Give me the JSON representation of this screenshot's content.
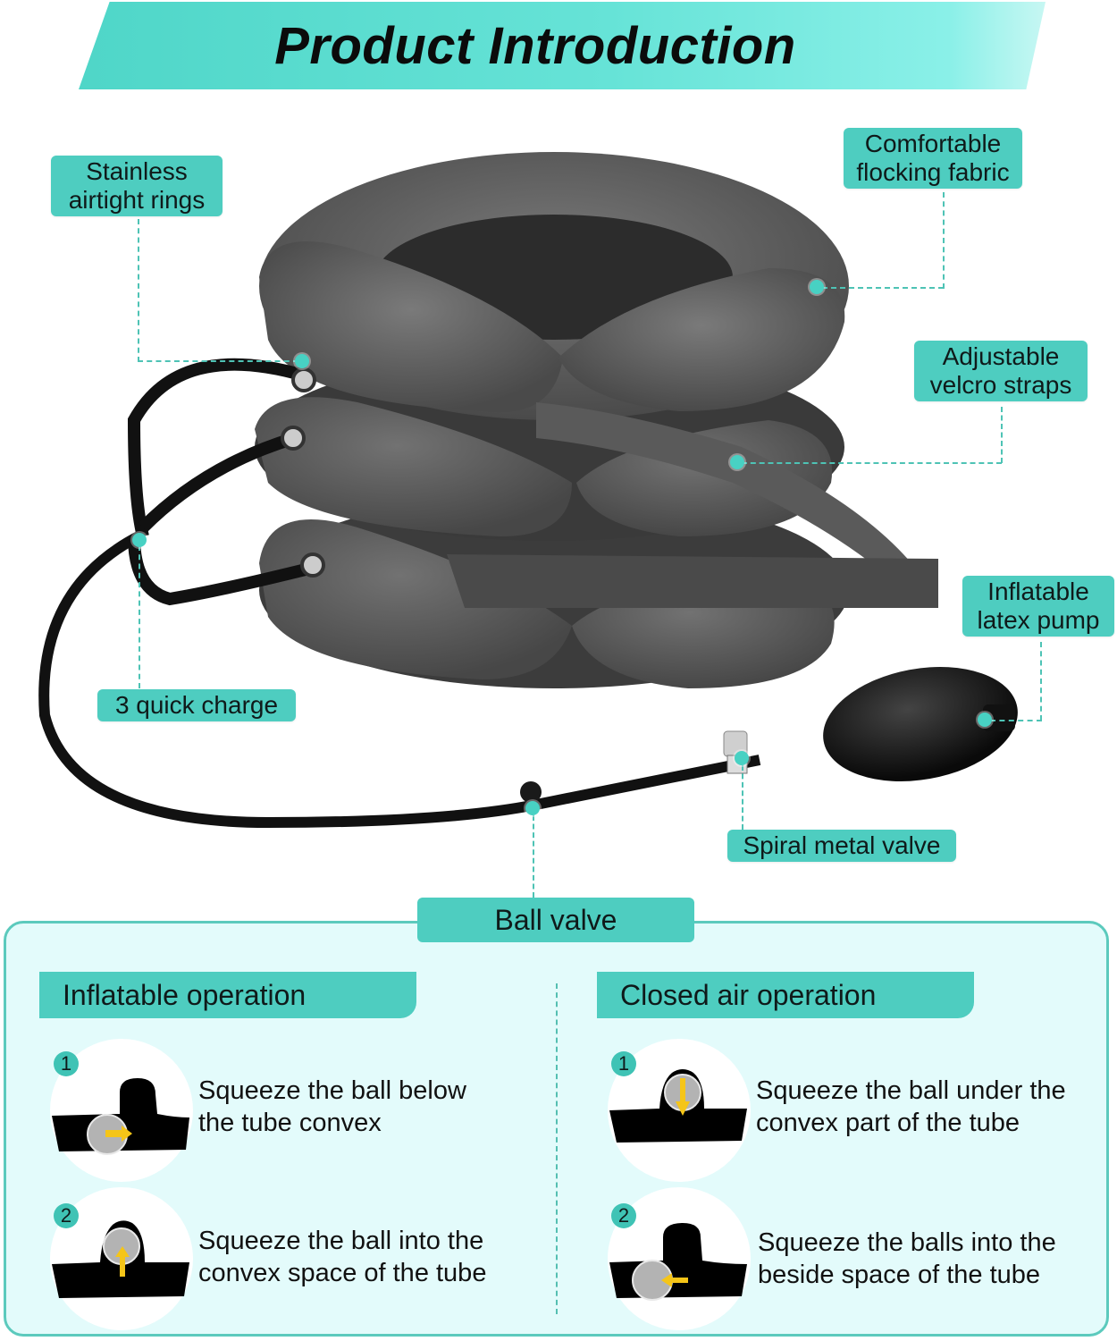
{
  "title": "Product Introduction",
  "colors": {
    "accent": "#4ecdc0",
    "panel_bg": "#e3fbfb",
    "panel_border": "#5ccabd",
    "arrow": "#f5c518",
    "ball": "#b3b3b3",
    "product_gray": "#5a5a5a"
  },
  "features": [
    {
      "id": "rings",
      "line1": "Stainless",
      "line2": "airtight rings"
    },
    {
      "id": "fabric",
      "line1": "Comfortable",
      "line2": "flocking fabric"
    },
    {
      "id": "straps",
      "line1": "Adjustable",
      "line2": "velcro straps"
    },
    {
      "id": "pump",
      "line1": "Inflatable",
      "line2": "latex pump"
    },
    {
      "id": "charge",
      "line1": "3 quick charge"
    },
    {
      "id": "valve",
      "line1": "Spiral metal valve"
    }
  ],
  "ball_valve": {
    "label": "Ball valve",
    "sections": [
      {
        "title": "Inflatable operation",
        "steps": [
          {
            "num": "1",
            "line1": "Squeeze the ball below",
            "line2": "the tube convex",
            "icon": "ball-below-arrow-right"
          },
          {
            "num": "2",
            "line1": "Squeeze the ball into the",
            "line2": "convex space of the tube",
            "icon": "ball-in-convex-arrow-up"
          }
        ]
      },
      {
        "title": "Closed air operation",
        "steps": [
          {
            "num": "1",
            "line1": "Squeeze the ball under the",
            "line2": "convex part of the tube",
            "icon": "ball-in-convex-arrow-down"
          },
          {
            "num": "2",
            "line1": "Squeeze the balls into the",
            "line2": "beside space of the tube",
            "icon": "ball-beside-arrow-left"
          }
        ]
      }
    ]
  }
}
